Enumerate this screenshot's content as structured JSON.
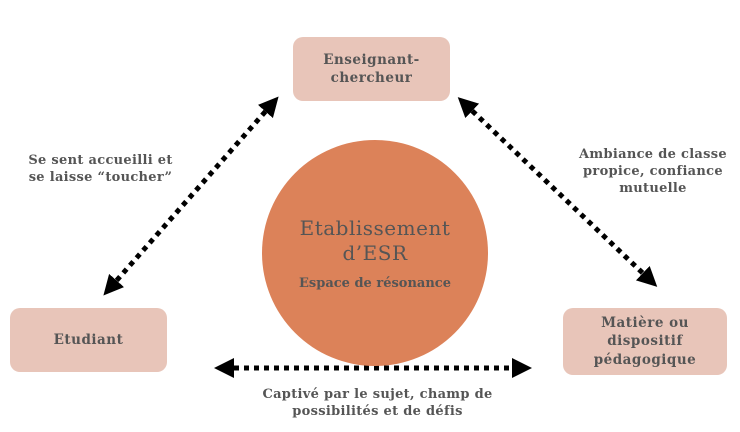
{
  "nodes": {
    "top": "Enseignant-chercheur",
    "left": "Etudiant",
    "right": "Matière ou dispositif pédagogique"
  },
  "center": {
    "title": "Etablissement d’ESR",
    "subtitle": "Espace de résonance"
  },
  "relations": {
    "left": "Se sent accueilli et se laisse “toucher”",
    "right": "Ambiance de classe propice, confiance mutuelle",
    "bottom": "Captivé par le sujet, champ de possibilités et de défis"
  },
  "colors": {
    "box": "#e8c5b9",
    "circle": "#dc8259",
    "text": "#555555",
    "arrow": "#000000"
  }
}
